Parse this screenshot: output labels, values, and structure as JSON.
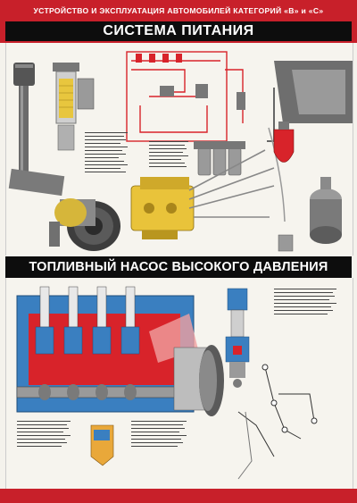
{
  "header": {
    "subtitle": "УСТРОЙСТВО И ЭКСПЛУАТАЦИЯ АВТОМОБИЛЕЙ КАТЕГОРИЙ «B» и «C»",
    "title": "СИСТЕМА ПИТАНИЯ"
  },
  "section2": {
    "title": "ТОПЛИВНЫЙ НАСОС ВЫСОКОГО ДАВЛЕНИЯ"
  },
  "colors": {
    "banner_red": "#c8202a",
    "bar_black": "#0d0d0d",
    "fuel_red": "#d8232a",
    "pump_blue": "#3a7fc0",
    "pump_yellow": "#e9c33a"
  }
}
